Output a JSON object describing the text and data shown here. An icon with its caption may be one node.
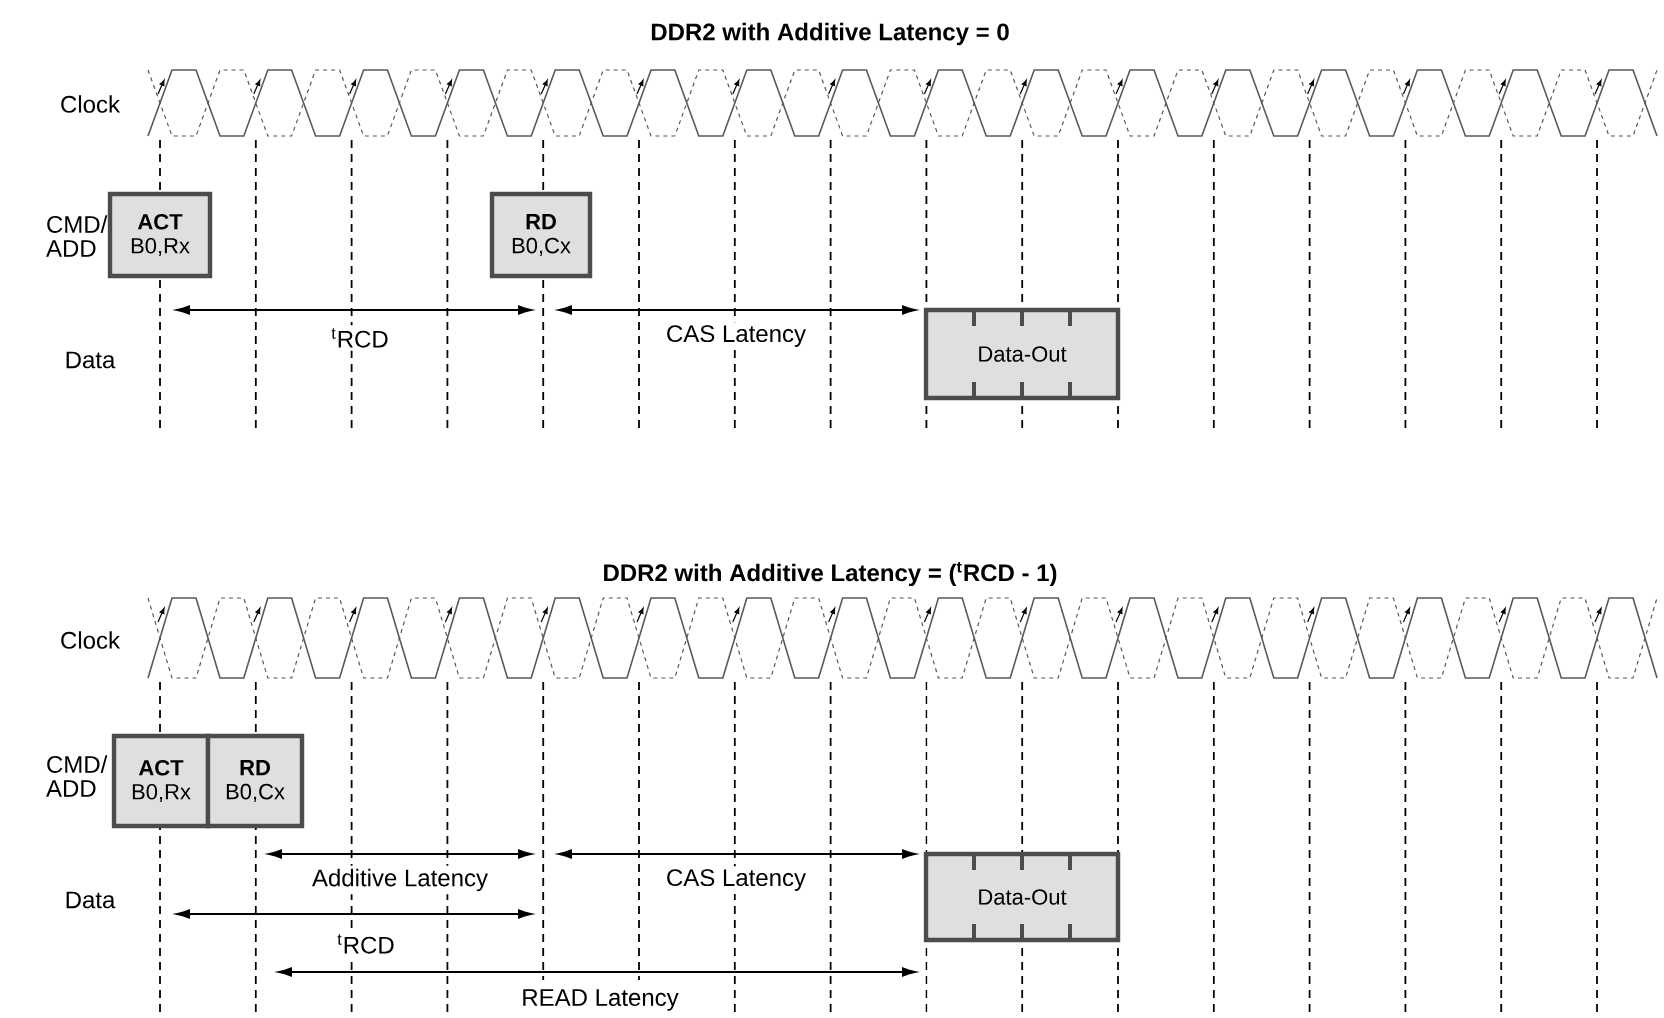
{
  "diagram": {
    "nodes": [
      {
        "text": [
          "ACT",
          "B0,Rx"
        ]
      },
      {
        "text": [
          "RD",
          "B0,Cx"
        ]
      },
      {
        "text": [
          "Data-Out"
        ]
      },
      {
        "text": [
          "ACT",
          "B0,Rx"
        ]
      },
      {
        "text": [
          "RD",
          "B0,Cx"
        ]
      },
      {
        "text": [
          "Data-Out"
        ]
      }
    ],
    "labels": [
      "DDR2 with Additive Latency = 0",
      "Clock",
      "CMD/ ADD",
      "Data",
      "$^{t}$RCD",
      "CAS Latency",
      "DDR2 with Additive Latency = ($^{t}$RCD - 1)",
      "Clock",
      "CMD/ ADD",
      "Additive Latency",
      "CAS Latency",
      "Data",
      "$^{t}$RCD",
      "READ Latency"
    ]
  }
}
